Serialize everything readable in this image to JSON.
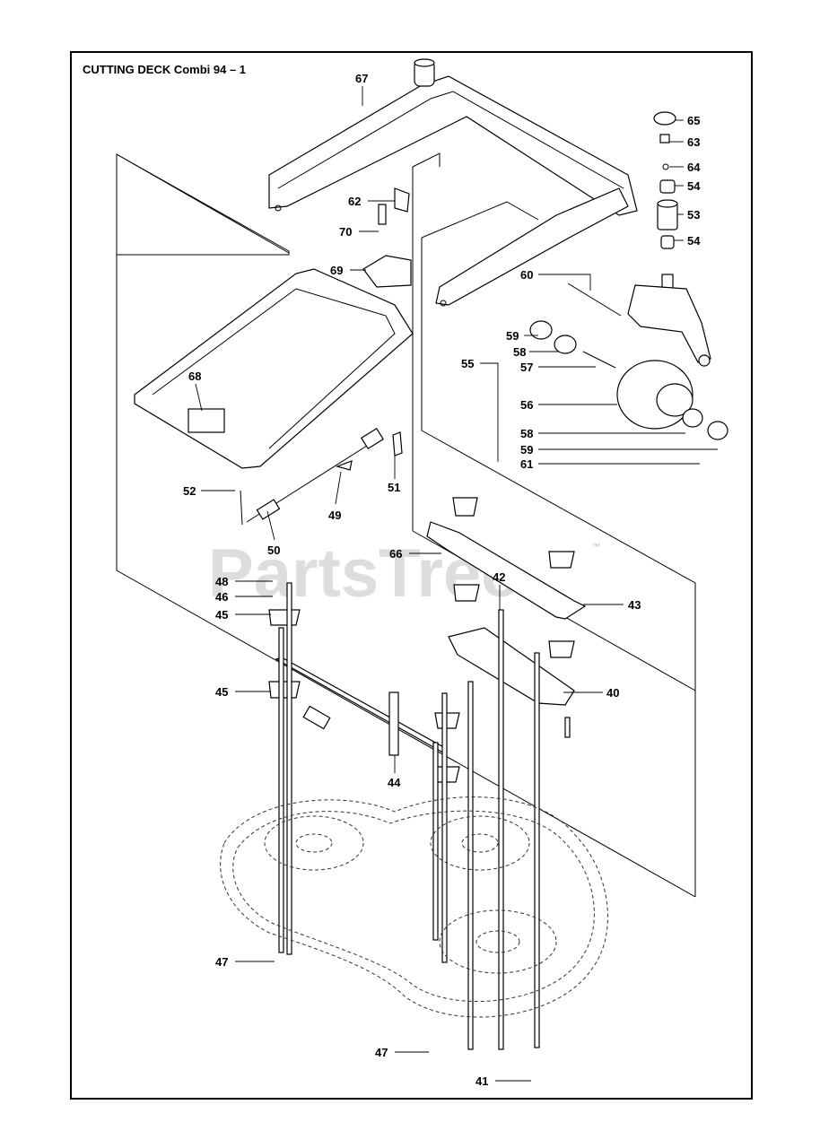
{
  "title": "CUTTING DECK Combi 94 – 1",
  "watermark": "PartsTree",
  "watermark_mark": "™",
  "callouts": {
    "c67": "67",
    "c65": "65",
    "c63": "63",
    "c64": "64",
    "c54a": "54",
    "c53": "53",
    "c54b": "54",
    "c62": "62",
    "c70": "70",
    "c69": "69",
    "c60": "60",
    "c59a": "59",
    "c58a": "58",
    "c55": "55",
    "c57": "57",
    "c56": "56",
    "c58b": "58",
    "c59b": "59",
    "c61": "61",
    "c68": "68",
    "c52": "52",
    "c51": "51",
    "c49": "49",
    "c50": "50",
    "c66": "66",
    "c48": "48",
    "c46": "46",
    "c45a": "45",
    "c42": "42",
    "c43": "43",
    "c45b": "45",
    "c40": "40",
    "c44": "44",
    "c47a": "47",
    "c47b": "47",
    "c41": "41"
  }
}
